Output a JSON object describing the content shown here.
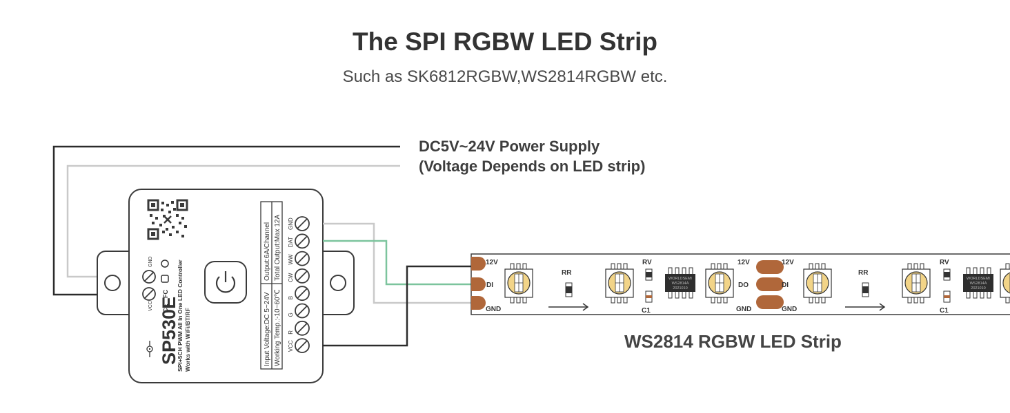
{
  "title": "The SPI RGBW LED Strip",
  "subtitle": "Such as SK6812RGBW,WS2814RGBW etc.",
  "power_supply": {
    "line1": "DC5V~24V Power Supply",
    "line2": "(Voltage Depends on LED strip)"
  },
  "controller": {
    "model": "SP530E",
    "description": "SPI+5CH PWM All In One LED Controller",
    "compat": "Works with WiFi/BT/RF",
    "spec1": "Input Voltage:DC 5~24V",
    "spec2": "Working Temp.:-10~60℃",
    "spec3": "Output:6A/Channel",
    "spec4": "Total Output:Max 12A",
    "terminals": [
      "GND",
      "DAT",
      "WW",
      "CW",
      "B",
      "G",
      "R",
      "VCC"
    ],
    "side_gnd": "GND",
    "side_vcc": "VCC"
  },
  "strip": {
    "caption": "WS2814 RGBW LED Strip",
    "pad_12v": "12V",
    "pad_di": "DI",
    "pad_do": "DO",
    "pad_gnd": "GND",
    "rr": "RR",
    "rv": "RV",
    "c1": "C1",
    "chip_line1": "WORLDSEMI",
    "chip_line2": "WS2814A",
    "chip_line3": "2021010"
  },
  "colors": {
    "black_wire": "#2b2b2b",
    "gray_wire": "#c9c9c9",
    "green_wire": "#7cc49d",
    "copper_pad": "#b0673a",
    "led_warm": "#f2d488"
  }
}
